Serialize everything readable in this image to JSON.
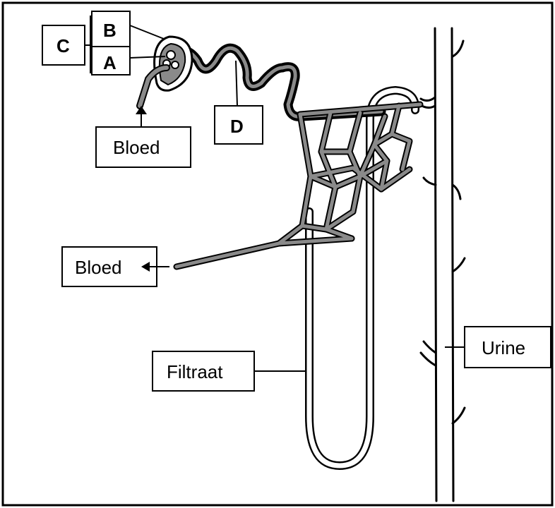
{
  "labels": {
    "a": "A",
    "b": "B",
    "c": "C",
    "d": "D",
    "blood_in": "Bloed",
    "blood_out": "Bloed",
    "filtrate": "Filtraat",
    "urine": "Urine"
  },
  "colors": {
    "vessel": "#8a8a8a",
    "outline": "#000000",
    "background": "#ffffff"
  }
}
